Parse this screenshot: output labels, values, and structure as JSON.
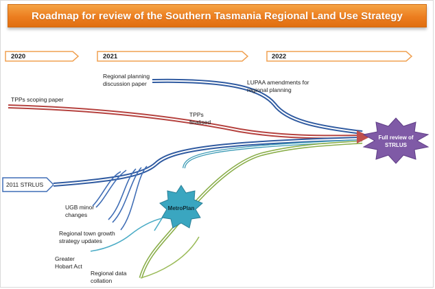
{
  "title": "Roadmap for review of the Southern Tasmania Regional Land Use Strategy",
  "timeline": {
    "y2020": "2020",
    "y2021": "2021",
    "y2022": "2022"
  },
  "nodes": {
    "start": "2011   STRLUS",
    "metroplan": "MetroPlan",
    "target": "Full review of\nSTRLUS"
  },
  "inputs": {
    "regional_planning": "Regional planning\ndiscussion paper",
    "lupaa": "LUPAA amendments for\nregional planning",
    "tpps_scoping": "TPPs scoping paper",
    "tpps_finalised": "TPPs\nfinalised",
    "ugb": "UGB minor\nchanges",
    "town_growth": "Regional town growth\nstrategy updates",
    "greater_hobart": "Greater\nHobart Act",
    "data_collation": "Regional data\ncollation"
  },
  "colors": {
    "banner": "#ec7d1f",
    "arrow_border": "#f0a050",
    "blue_stream": "#3f6db5",
    "red_stream": "#c0504d",
    "teal_stream": "#4bacc6",
    "green_stream": "#9bbb59",
    "target_fill": "#7f5aa6",
    "metroplan_fill": "#3aa6c0"
  }
}
